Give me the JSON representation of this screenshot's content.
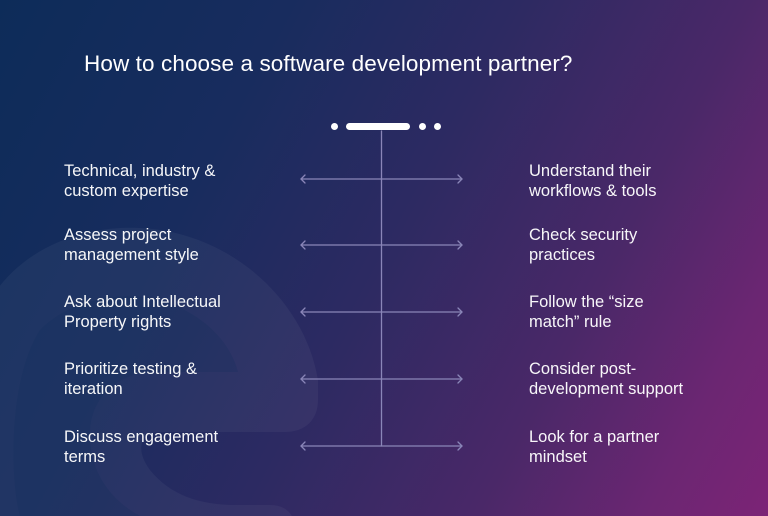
{
  "header": {
    "title": "How to choose a software development partner?"
  },
  "pager": {
    "dots": [
      "dot",
      "active-pill",
      "dot",
      "dot"
    ],
    "active_index": 1
  },
  "colors": {
    "background_start": "#0d2c59",
    "background_end": "#7c2476",
    "text": "#ffffff",
    "connector_line": "#8a86b8"
  },
  "left_items": [
    {
      "label": "Technical, industry &\ncustom expertise"
    },
    {
      "label": "Assess project\nmanagement style"
    },
    {
      "label": "Ask about Intellectual\nProperty rights"
    },
    {
      "label": "Prioritize testing &\niteration"
    },
    {
      "label": "Discuss engagement\nterms"
    }
  ],
  "right_items": [
    {
      "label": "Understand their\nworkflows & tools"
    },
    {
      "label": "Check security\npractices"
    },
    {
      "label": "Follow the “size\nmatch” rule"
    },
    {
      "label": "Consider post-\ndevelopment support"
    },
    {
      "label": "Look for a partner\nmindset"
    }
  ],
  "icons": {
    "arrow": "double-headed-arrow-icon",
    "watermark": "logo-watermark-icon"
  }
}
